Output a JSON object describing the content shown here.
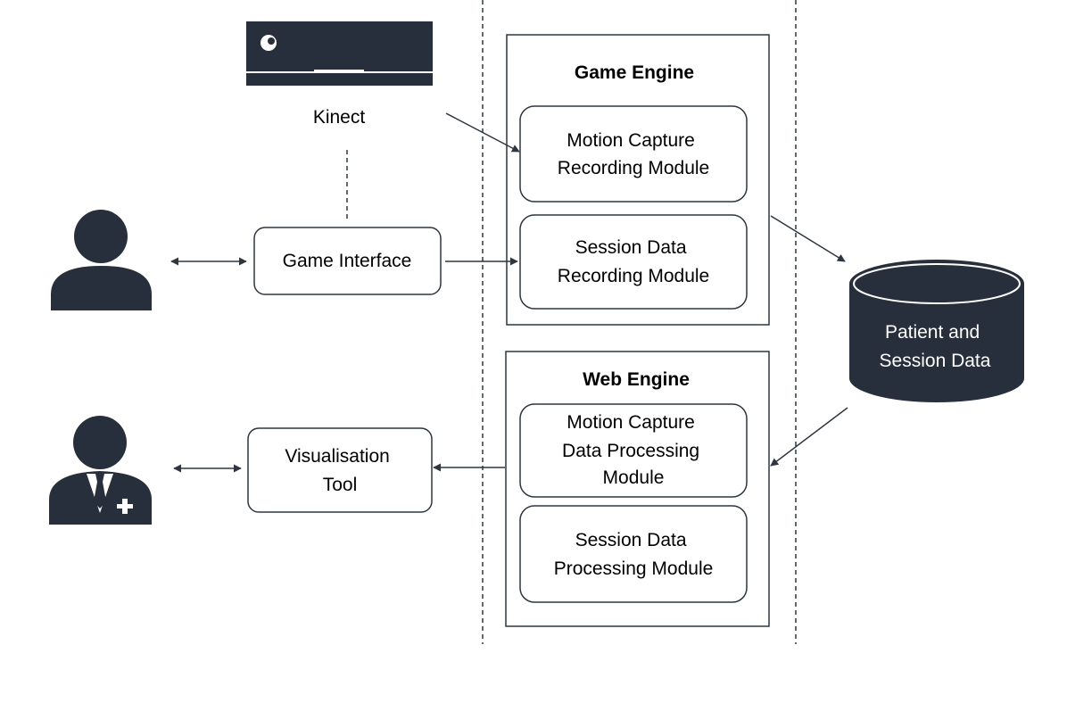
{
  "kinect": {
    "label": "Kinect"
  },
  "game_interface": {
    "label": "Game Interface"
  },
  "visualisation_tool": {
    "line1": "Visualisation",
    "line2": "Tool"
  },
  "game_engine": {
    "title": "Game Engine",
    "modules": [
      {
        "line1": "Motion Capture",
        "line2": "Recording Module"
      },
      {
        "line1": "Session Data",
        "line2": "Recording Module"
      }
    ]
  },
  "web_engine": {
    "title": "Web Engine",
    "modules": [
      {
        "line1": "Motion Capture",
        "line2": "Data Processing",
        "line3": "Module"
      },
      {
        "line1": "Session Data",
        "line2": "Processing Module"
      }
    ]
  },
  "database": {
    "line1": "Patient and",
    "line2": "Session Data"
  },
  "actors": {
    "patient": "user-icon",
    "clinician": "doctor-icon"
  },
  "colors": {
    "dark": "#262f3b",
    "stroke": "#2f3640"
  }
}
